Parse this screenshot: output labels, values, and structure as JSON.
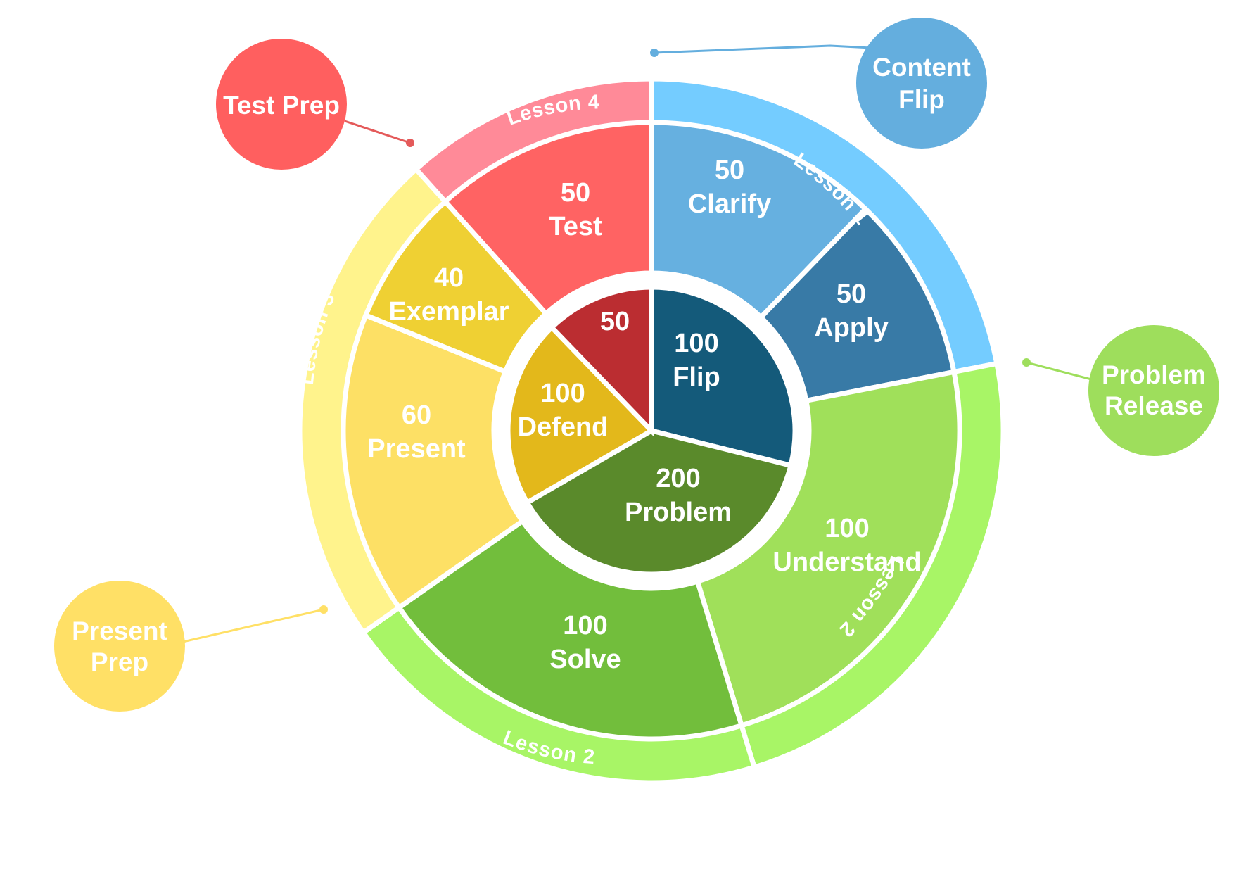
{
  "inner_segments": [
    {
      "id": "flip",
      "value": "100",
      "label": "Flip",
      "color": "#145A7A"
    },
    {
      "id": "problem",
      "value": "200",
      "label": "Problem",
      "color": "#5A8A2B"
    },
    {
      "id": "defend",
      "value": "100",
      "label": "Defend",
      "color": "#E3B81B"
    },
    {
      "id": "test-core",
      "value": "50",
      "label": "",
      "color": "#BB2D31"
    }
  ],
  "middle_segments": [
    {
      "id": "clarify",
      "value": "50",
      "label": "Clarify",
      "color": "#66B0E0"
    },
    {
      "id": "apply",
      "value": "50",
      "label": "Apply",
      "color": "#387AA6"
    },
    {
      "id": "understand",
      "value": "100",
      "label": "Understand",
      "color": "#A0E05A"
    },
    {
      "id": "solve",
      "value": "100",
      "label": "Solve",
      "color": "#72BE3C"
    },
    {
      "id": "present",
      "value": "60",
      "label": "Present",
      "color": "#FDE065"
    },
    {
      "id": "exemplar",
      "value": "40",
      "label": "Exemplar",
      "color": "#EFD033"
    },
    {
      "id": "test",
      "value": "50",
      "label": "Test",
      "color": "#FF6363"
    }
  ],
  "outer_segments": [
    {
      "id": "lesson1",
      "label": "Lesson 1",
      "color": "#74CCFF"
    },
    {
      "id": "lesson2-right",
      "label": "Lesson 2",
      "color": "#A8F566"
    },
    {
      "id": "lesson2-bottom",
      "label": "Lesson 2",
      "color": "#A8F566"
    },
    {
      "id": "lesson3",
      "label": "Lesson 3",
      "color": "#FFF38C"
    },
    {
      "id": "lesson4",
      "label": "Lesson 4",
      "color": "#FF8A98"
    }
  ],
  "callouts": [
    {
      "id": "content-flip",
      "lines": [
        "Content",
        "Flip"
      ],
      "color": "#64AEDE"
    },
    {
      "id": "problem-release",
      "lines": [
        "Problem",
        "Release"
      ],
      "color": "#9EDE5C"
    },
    {
      "id": "present-prep",
      "lines": [
        "Present",
        "Prep"
      ],
      "color": "#FFE066"
    },
    {
      "id": "test-prep",
      "lines": [
        "Test Prep"
      ],
      "color": "#FF5F5F"
    }
  ]
}
